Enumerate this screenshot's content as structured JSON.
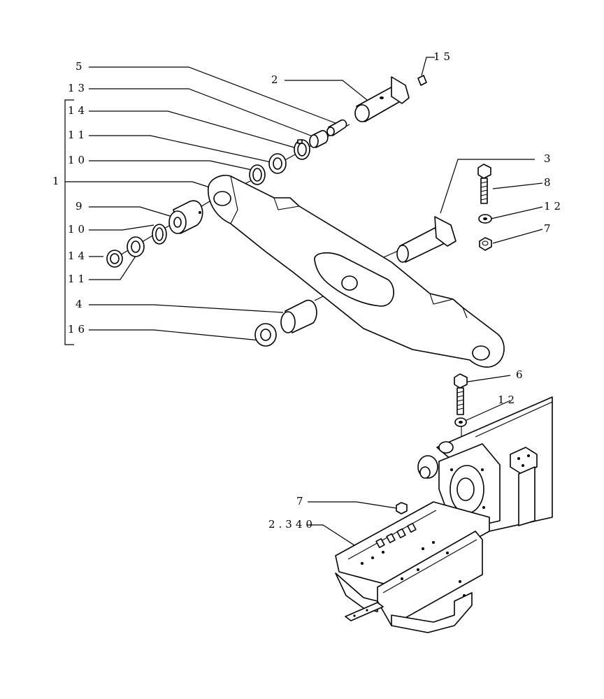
{
  "diagram": {
    "callouts": {
      "c1": "1",
      "c2": "2",
      "c3": "3",
      "c4": "4",
      "c5": "5",
      "c6": "6",
      "c7a": "7",
      "c7b": "7",
      "c8": "8",
      "c9": "9",
      "c10a": "10",
      "c10b": "10",
      "c11a": "11",
      "c11b": "11",
      "c12a": "12",
      "c12b": "12",
      "c13": "13",
      "c14a": "14",
      "c14b": "14",
      "c15": "15",
      "c16": "16",
      "ref": "2.340"
    }
  }
}
